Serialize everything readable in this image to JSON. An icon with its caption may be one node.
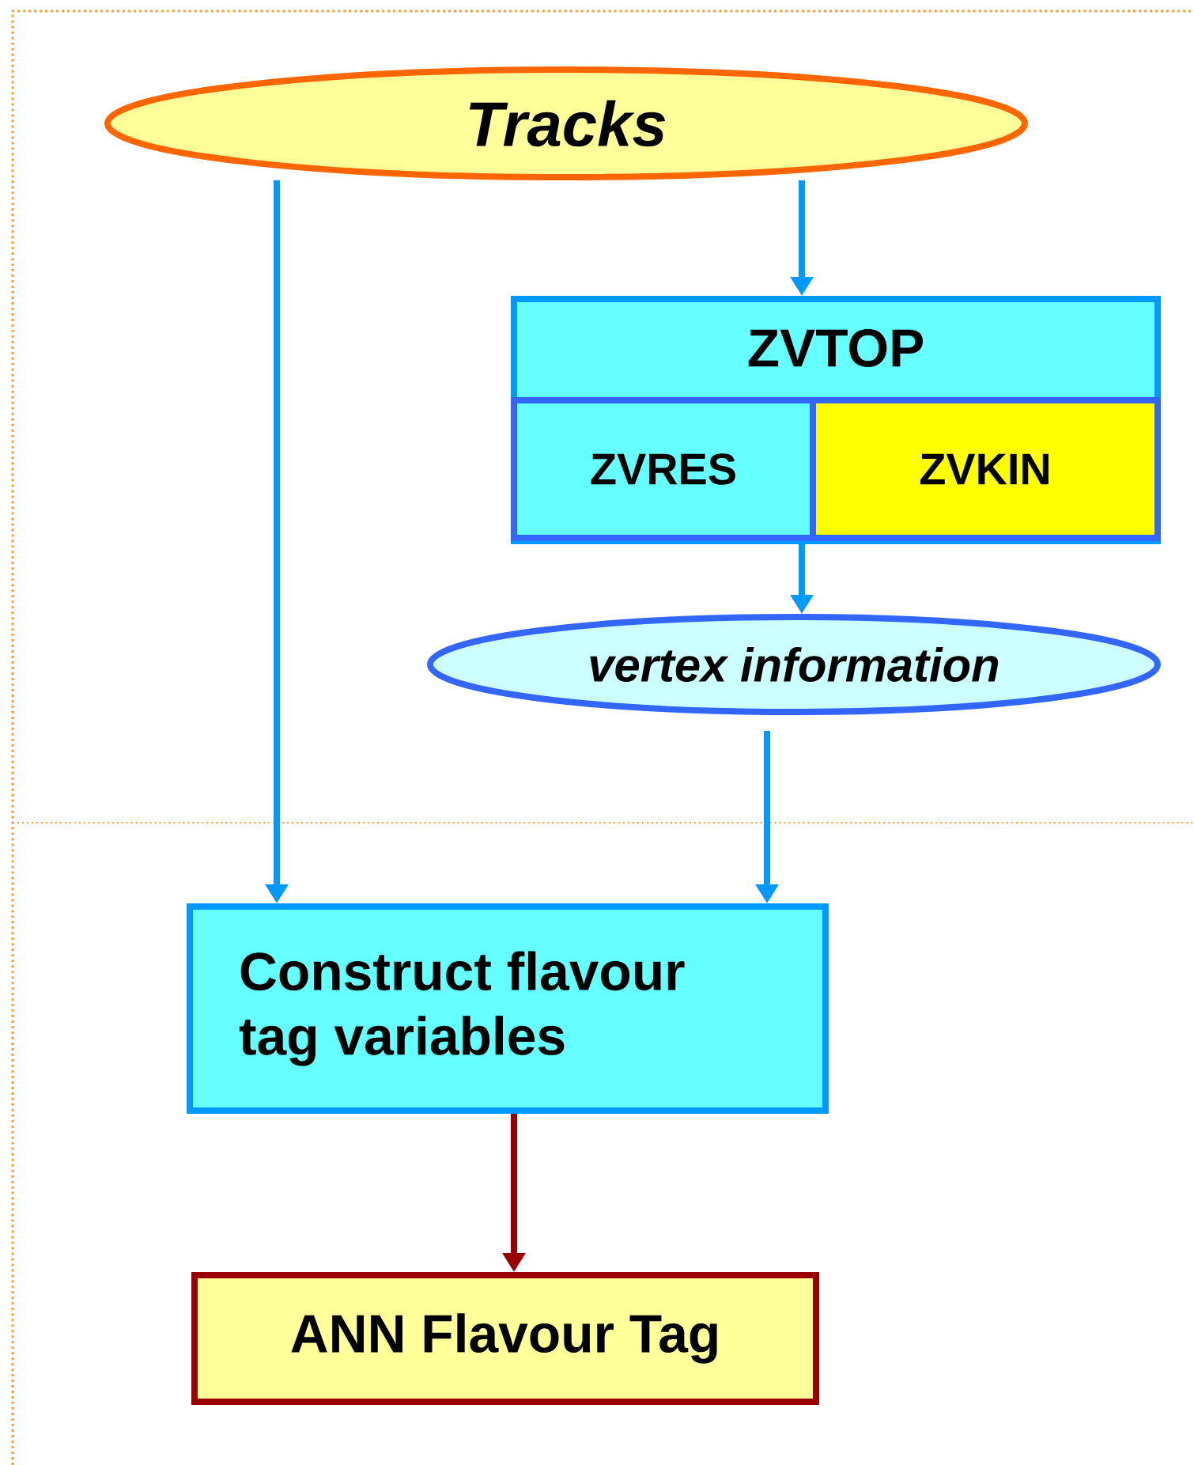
{
  "diagram": {
    "nodes": [
      {
        "text": [
          "Tracks"
        ]
      },
      {
        "text": [
          "ZVTOP"
        ]
      },
      {
        "text": [
          "ZVRES"
        ],
        "in": 1
      },
      {
        "text": [
          "ZVKIN"
        ],
        "in": 1
      },
      {
        "text": [
          "vertex information"
        ]
      },
      {
        "text": [
          "Construct flavour tag variables"
        ]
      },
      {
        "text": [
          "ANN Flavour Tag"
        ]
      }
    ],
    "edges": [
      {
        "from": 0,
        "to": 1,
        "arrow": "to"
      },
      {
        "from": 0,
        "to": 5,
        "arrow": "to"
      },
      {
        "from": 1,
        "to": 4,
        "arrow": "to"
      },
      {
        "from": 4,
        "to": 5,
        "arrow": "to"
      },
      {
        "from": 5,
        "to": 6,
        "arrow": "to",
        "color": "#990000"
      }
    ]
  }
}
